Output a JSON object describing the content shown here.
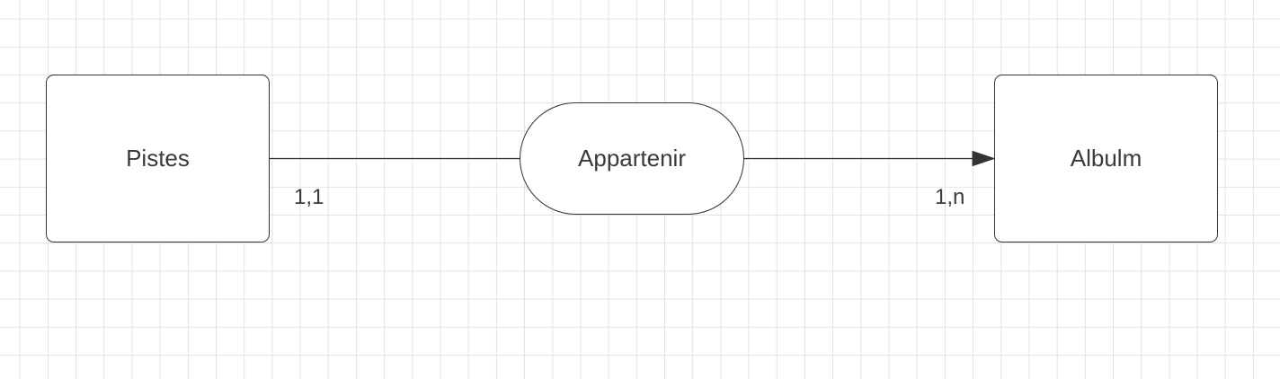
{
  "diagram": {
    "entities": {
      "left": {
        "label": "Pistes"
      },
      "right": {
        "label": "Albulm"
      }
    },
    "relationship": {
      "label": "Appartenir"
    },
    "cardinalities": {
      "left": "1,1",
      "right": "1,n"
    }
  },
  "colors": {
    "stroke": "#333333",
    "text": "#3a3a3a",
    "grid": "#e3e3e3",
    "background": "#ffffff"
  }
}
